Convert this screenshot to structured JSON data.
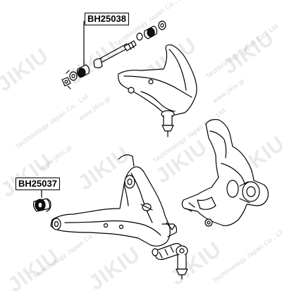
{
  "watermark": {
    "brand": "JIKIU",
    "tagline": "Techhnology Japan Co., Ltd",
    "url": "www.jikiu.jp"
  },
  "labels": {
    "upper_part_number": "BH25038",
    "lower_part_number": "BH25037"
  },
  "colors": {
    "line": "#000000",
    "label_border": "#000000",
    "background": "#ffffff"
  }
}
